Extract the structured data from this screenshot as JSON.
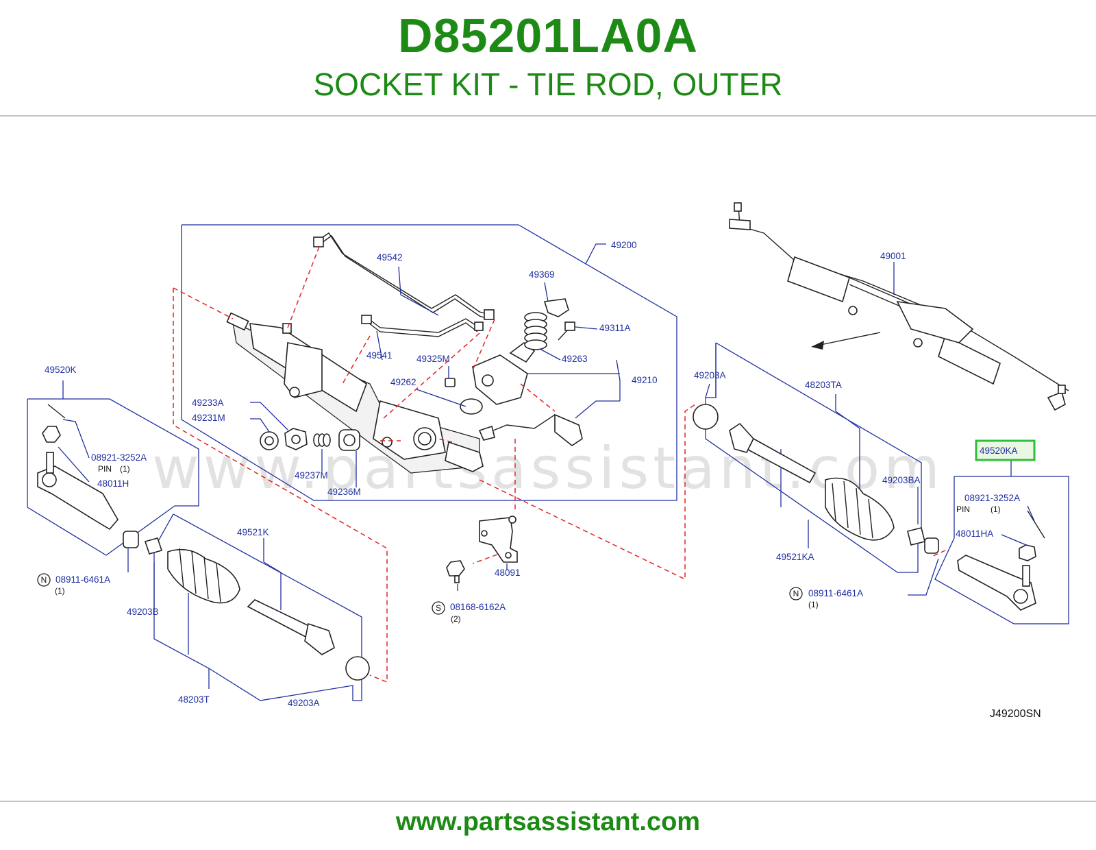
{
  "header": {
    "part_number": "D85201LA0A",
    "part_name": "SOCKET KIT - TIE ROD, OUTER"
  },
  "watermark": "www.partsassistant.com",
  "footer": {
    "url": "www.partsassistant.com"
  },
  "diagram": {
    "ref_code": "J49200SN",
    "highlight_color": "#2dbf3a",
    "labels": {
      "c49200": "49200",
      "c49542": "49542",
      "c49369": "49369",
      "c49311A": "49311A",
      "c49541": "49541",
      "c49325M": "49325M",
      "c49263": "49263",
      "c49262": "49262",
      "c49210": "49210",
      "c49233A": "49233A",
      "c49231M": "49231M",
      "c49237M": "49237M",
      "c49236M": "49236M",
      "c49520K": "49520K",
      "c08921_L": "08921-3252A",
      "pin_L": "PIN",
      "pin_qty_L": "(1)",
      "c48011H": "48011H",
      "c08911_L": "08911-6461A",
      "qty_08911_L": "(1)",
      "sym_N_L": "N",
      "c49203B": "49203B",
      "c49521K": "49521K",
      "c48203T": "48203T",
      "c49203A_L": "49203A",
      "c48091": "48091",
      "c08168": "08168-6162A",
      "qty_08168": "(2)",
      "sym_S": "S",
      "c49001": "49001",
      "c49203A_R": "49203A",
      "c48203TA": "48203TA",
      "c49203BA": "49203BA",
      "c49521KA": "49521KA",
      "c08911_R": "08911-6461A",
      "qty_08911_R": "(1)",
      "sym_N_R": "N",
      "c49520KA": "49520KA",
      "c08921_R": "08921-3252A",
      "pin_R": "PIN",
      "pin_qty_R": "(1)",
      "c48011HA": "48011HA"
    }
  }
}
